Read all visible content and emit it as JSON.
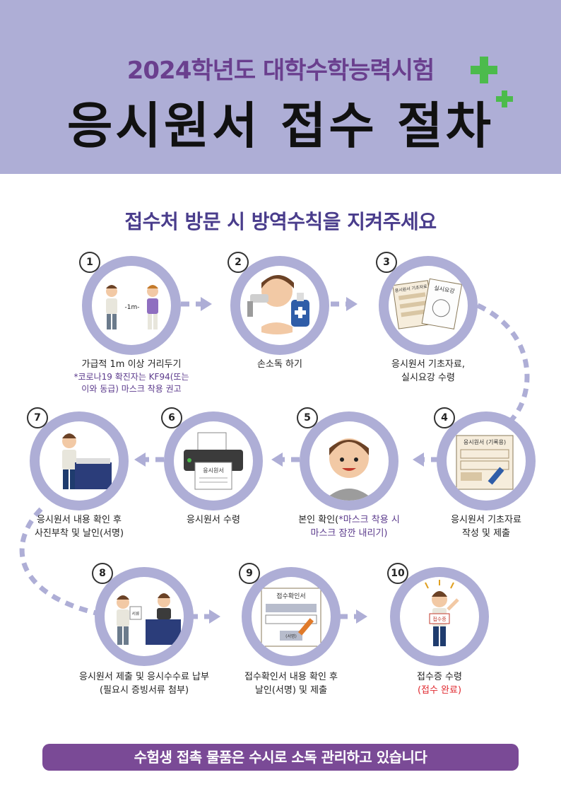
{
  "header": {
    "subtitle": "2024학년도 대학수학능력시험",
    "title": "응시원서 접수 절차"
  },
  "guide_title": "접수처 방문 시 방역수칙을 지켜주세요",
  "steps": [
    {
      "number": "1",
      "line1": "가급적 1m 이상 거리두기",
      "note1": "*코로나19 확진자는 KF94(또는",
      "note2": "이와 동급) 마스크 착용 권고",
      "distance_label": "-1m-"
    },
    {
      "number": "2",
      "line1": "손소독 하기"
    },
    {
      "number": "3",
      "line1": "응시원서 기초자료,",
      "line2": "실시요강 수령",
      "doc_label_a": "응시원서 기초자료",
      "doc_label_b": "실시요강"
    },
    {
      "number": "4",
      "line1": "응시원서 기초자료",
      "line2": "작성 및 제출",
      "form_label": "응시원서 (기록용)"
    },
    {
      "number": "5",
      "line1_a": "본인 확인(",
      "line1_b": "*마스크 착용 시",
      "line2": "마스크 잠깐 내리기)"
    },
    {
      "number": "6",
      "line1": "응시원서 수령",
      "paper_label": "응시원서"
    },
    {
      "number": "7",
      "line1": "응시원서 내용 확인 후",
      "line2": "사진부착 및 날인(서명)"
    },
    {
      "number": "8",
      "line1": "응시원서 제출 및 응시수수료 납부",
      "line2": "(필요시 증빙서류 첨부)",
      "paper_label": "서류"
    },
    {
      "number": "9",
      "line1": "접수확인서 내용 확인 후",
      "line2": "날인(서명) 및 제출",
      "form_label": "접수확인서",
      "seal_label": "(서명)"
    },
    {
      "number": "10",
      "line1": "접수증 수령",
      "line2": "(접수 완료)",
      "sign_label": "접수증"
    }
  ],
  "footer": "수험생 접촉 물품은 수시로 소독 관리하고 있습니다",
  "colors": {
    "header_bg": "#aeaed6",
    "ring": "#aeaed6",
    "footer_bg": "#7a4a96",
    "accent_green": "#4cbb4c",
    "title_purple": "#6a3f8e"
  }
}
